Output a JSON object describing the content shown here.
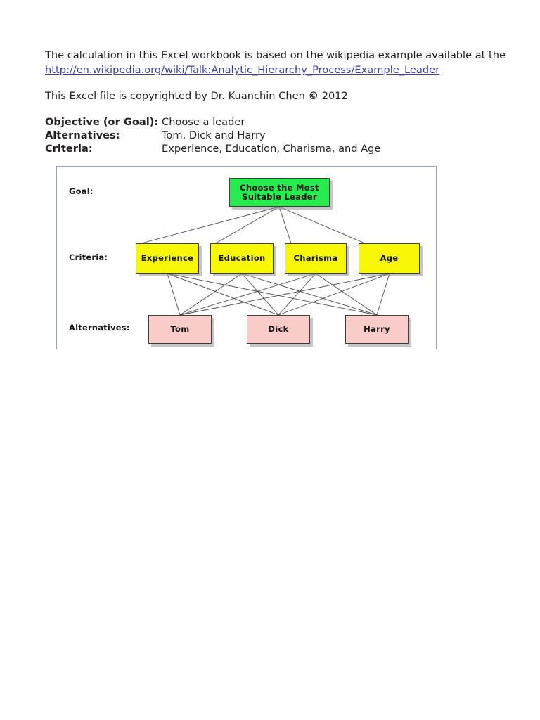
{
  "document": {
    "intro_line_1": "The calculation in this Excel workbook is based on the wikipedia example available at the",
    "url_text": "http://en.wikipedia.org/wiki/Talk:Analytic_Hierarchy_Process/Example_Leader",
    "copyright_prefix": "This Excel file is copyrighted by Dr. Kuanchin Chen",
    "copyright_symbol": "©",
    "copyright_year": "2012"
  },
  "definitions": [
    {
      "label": "Objective (or Goal):",
      "value": "Choose a leader"
    },
    {
      "label": "Alternatives:",
      "value": "Tom, Dick and Harry"
    },
    {
      "label": "Criteria:",
      "value": "Experience, Education, Charisma, and Age"
    }
  ],
  "diagram": {
    "row_labels": {
      "goal": "Goal:",
      "criteria": "Criteria:",
      "alternatives": "Alternatives:"
    },
    "goal_node": {
      "line_1": "Choose the Most",
      "line_2": "Suitable Leader"
    },
    "criteria_nodes": [
      {
        "label": "Experience"
      },
      {
        "label": "Education"
      },
      {
        "label": "Charisma"
      },
      {
        "label": "Age"
      }
    ],
    "alternative_nodes": [
      {
        "label": "Tom"
      },
      {
        "label": "Dick"
      },
      {
        "label": "Harry"
      }
    ],
    "colors": {
      "goal_fill": "#27ec4f",
      "criteria_fill": "#f7f706",
      "alternatives_fill": "#f9ccc9",
      "node_border": "#3d3d3d",
      "frame_border": "#8fa9cc",
      "link_stroke": "#4a4a4a"
    }
  }
}
